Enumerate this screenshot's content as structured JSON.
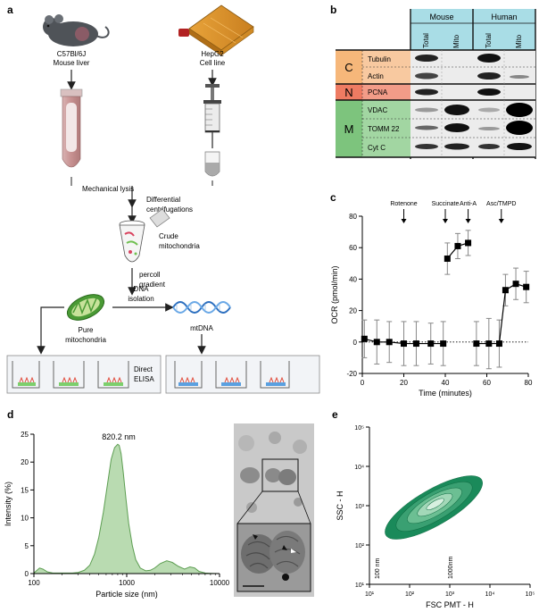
{
  "panels": {
    "a": "a",
    "b": "b",
    "c": "c",
    "d": "d",
    "e": "e"
  },
  "panel_a": {
    "mouse_label_1": "C57Bl/6J",
    "mouse_label_2": "Mouse liver",
    "cell_label_1": "HepG2",
    "cell_label_2": "Cell line",
    "mech_lysis": "Mechanical lysis",
    "diff_1": "Differential",
    "diff_2": "centrifugations",
    "crude_1": "Crude",
    "crude_2": "mitochondria",
    "percoll_1": "percoll",
    "percoll_2": "gradient",
    "dna_1": "DNA",
    "dna_2": "isolation",
    "pure_1": "Pure",
    "pure_2": "mitochondria",
    "mtdna": "mtDNA",
    "direct": "Direct",
    "elisa": "ELISA"
  },
  "panel_b": {
    "groups": [
      "Mouse",
      "Human"
    ],
    "lanes": [
      "Total",
      "Mito",
      "Total",
      "Mito"
    ],
    "categories": [
      {
        "code": "C",
        "color": "#f6b77a",
        "rows": [
          "Tubulin",
          "Actin"
        ]
      },
      {
        "code": "N",
        "color": "#ee7b62",
        "rows": [
          "PCNA"
        ]
      },
      {
        "code": "M",
        "color": "#7dc47d",
        "rows": [
          "VDAC",
          "TOMM 22",
          "Cyt C"
        ]
      }
    ],
    "header_color": "#a9dde6"
  },
  "chart_data": [
    {
      "type": "line",
      "panel": "c",
      "xlabel": "Time (minutes)",
      "ylabel": "OCR (pmol/min)",
      "xlim": [
        0,
        80
      ],
      "ylim": [
        -20,
        80
      ],
      "xticks": [
        "0",
        "20",
        "40",
        "60",
        "80"
      ],
      "yticks": [
        "-20",
        "0",
        "20",
        "40",
        "60",
        "80"
      ],
      "x": [
        1,
        7,
        13,
        20,
        26,
        33,
        39,
        41,
        46,
        51,
        55,
        61,
        66,
        69,
        74,
        79
      ],
      "y": [
        2,
        0,
        0,
        -1,
        -1,
        -1,
        -1,
        53,
        61,
        63,
        -1,
        -1,
        -1,
        33,
        37,
        35
      ],
      "err": [
        12,
        14,
        13,
        14,
        14,
        13,
        14,
        10,
        8,
        8,
        14,
        16,
        15,
        10,
        10,
        10
      ],
      "segments": [
        [
          0,
          6
        ],
        [
          7,
          9
        ],
        [
          10,
          15
        ]
      ],
      "baseline": 0,
      "annotations": [
        {
          "label": "Rotenone",
          "x": 20
        },
        {
          "label": "Succinate",
          "x": 40
        },
        {
          "label": "Anti-A",
          "x": 51
        },
        {
          "label": "Asc/TMPD",
          "x": 67
        }
      ],
      "color": "#000000"
    },
    {
      "type": "area",
      "panel": "d",
      "xlabel": "Particle size (nm)",
      "ylabel": "Intensity (%)",
      "xscale": "log",
      "xlim": [
        100,
        10000
      ],
      "ylim": [
        0,
        25
      ],
      "xticks": [
        "100",
        "1000",
        "10000"
      ],
      "yticks": [
        "0",
        "5",
        "10",
        "15",
        "20",
        "25"
      ],
      "peak_label": "820.2 nm",
      "x": [
        100,
        115,
        125,
        140,
        160,
        190,
        220,
        260,
        300,
        350,
        400,
        450,
        500,
        560,
        620,
        680,
        740,
        800,
        830,
        870,
        920,
        980,
        1050,
        1150,
        1250,
        1400,
        1600,
        1800,
        2000,
        2300,
        2700,
        3100,
        3600,
        4200,
        4800,
        5400,
        6000,
        7000,
        8000,
        10000
      ],
      "y": [
        0.1,
        1.0,
        0.8,
        0.3,
        0.1,
        0.1,
        0.1,
        0.1,
        0.2,
        0.6,
        1.5,
        3.5,
        6.5,
        11,
        16,
        20.5,
        22.6,
        23.2,
        23.0,
        21.5,
        18,
        13.5,
        9,
        5,
        2.5,
        1.0,
        0.5,
        0.6,
        1.0,
        1.8,
        2.3,
        2.0,
        1.3,
        0.8,
        1.2,
        1.0,
        0.4,
        0.1,
        0.05,
        0
      ],
      "fill": "#b9dbb1",
      "stroke": "#5d9e52"
    },
    {
      "type": "heatmap",
      "panel": "e",
      "xlabel": "FSC PMT - H",
      "ylabel": "SSC - H",
      "xscale": "log",
      "yscale": "log",
      "xlim": [
        10,
        100000
      ],
      "ylim": [
        10,
        100000
      ],
      "xticks": [
        "10¹",
        "10²",
        "10³",
        "10⁴",
        "10⁵"
      ],
      "yticks": [
        "10¹",
        "10²",
        "10³",
        "10⁴",
        "10⁵"
      ],
      "markers": [
        {
          "label": "100 nm",
          "x": 15
        },
        {
          "label": "1000nm",
          "x": 1000
        }
      ],
      "contour_colors": [
        "#1a8a5a",
        "#3aa072",
        "#6cbf93",
        "#a3d8b8",
        "#d8f0e0"
      ]
    }
  ]
}
